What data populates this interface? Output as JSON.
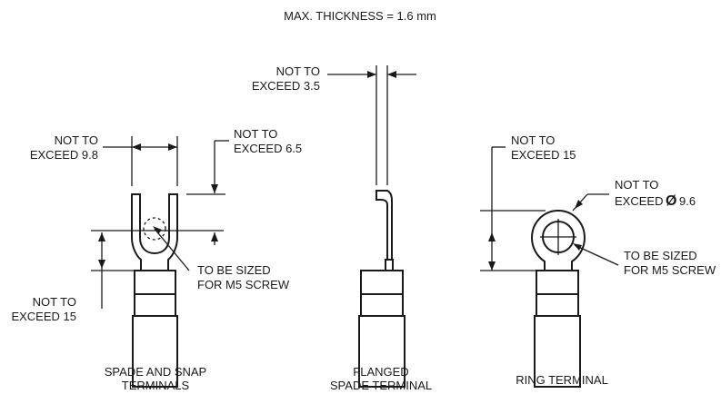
{
  "header": {
    "max_thickness": "MAX. THICKNESS = 1.6 mm"
  },
  "spade": {
    "width_label_1": "NOT TO",
    "width_label_2": "EXCEED 9.8",
    "top_label_1": "NOT TO",
    "top_label_2": "EXCEED 6.5",
    "screw_label_1": "TO BE SIZED",
    "screw_label_2": "FOR M5 SCREW",
    "length_label_1": "NOT TO",
    "length_label_2": "EXCEED 15",
    "caption_1": "SPADE AND SNAP",
    "caption_2": "TERMINALS"
  },
  "flanged": {
    "thick_label_1": "NOT TO",
    "thick_label_2": "EXCEED 3.5",
    "caption_1": "FLANGED",
    "caption_2": "SPADE TERMINAL"
  },
  "ring": {
    "length_label_1": "NOT TO",
    "length_label_2": "EXCEED 15",
    "dia_label_1": "NOT TO",
    "dia_label_2": "EXCEED",
    "dia_symbol": "Ø",
    "dia_value": "9.6",
    "screw_label_1": "TO BE SIZED",
    "screw_label_2": "FOR M5 SCREW",
    "caption": "RING TERMINAL"
  }
}
